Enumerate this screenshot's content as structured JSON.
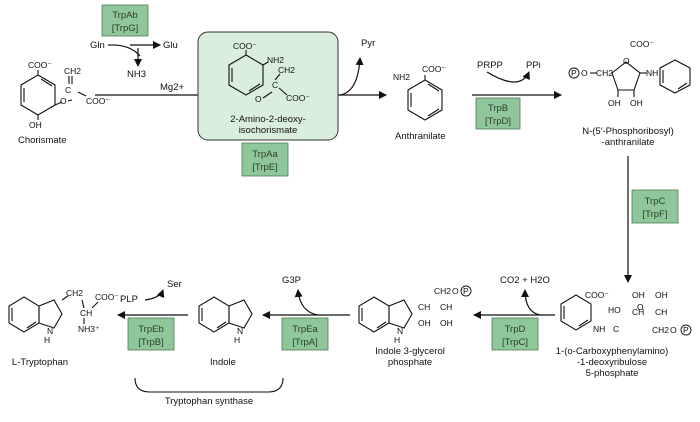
{
  "enzymes": {
    "trpab": {
      "line1": "TrpAb",
      "line2": "[TrpG]"
    },
    "trpaa": {
      "line1": "TrpAa",
      "line2": "[TrpE]"
    },
    "trpb": {
      "line1": "TrpB",
      "line2": "[TrpD]"
    },
    "trpc": {
      "line1": "TrpC",
      "line2": "[TrpF]"
    },
    "trpd": {
      "line1": "TrpD",
      "line2": "[TrpC]"
    },
    "trpea": {
      "line1": "TrpEa",
      "line2": "[TrpA]"
    },
    "trpeb": {
      "line1": "TrpEb",
      "line2": "[TrpB]"
    }
  },
  "compounds": {
    "chorismate": "Chorismate",
    "adic_line1": "2-Amino-2-deoxy-",
    "adic_line2": "isochorismate",
    "anthranilate": "Anthranilate",
    "pra_line1": "N-(5′-Phosphoribosyl)",
    "pra_line2": "-anthranilate",
    "cdrp_line1": "1-(o-Carboxyphenylamino)",
    "cdrp_line2": "-1-deoxyribulose",
    "cdrp_line3": "5-phosphate",
    "igp_line1": "Indole 3-glycerol",
    "igp_line2": "phosphate",
    "indole": "Indole",
    "tryptophan": "L-Tryptophan"
  },
  "cosubstrates": {
    "gln": "Gln",
    "glu": "Glu",
    "nh3": "NH3",
    "mg": "Mg2+",
    "pyr": "Pyr",
    "prpp": "PRPP",
    "ppi": "PPi",
    "co2_h2o": "CO2 + H2O",
    "g3p": "G3P",
    "plp": "PLP",
    "ser": "Ser"
  },
  "complex_label": "Tryptophan synthase",
  "atoms": {
    "coo": "COO⁻",
    "ch2": "CH2",
    "c": "C",
    "o": "O",
    "oh": "OH",
    "nh2": "NH2",
    "nh": "NH",
    "h": "H",
    "n": "N",
    "ch": "CH",
    "ho": "HO",
    "p": "P",
    "nh3plus": "NH3⁺"
  }
}
